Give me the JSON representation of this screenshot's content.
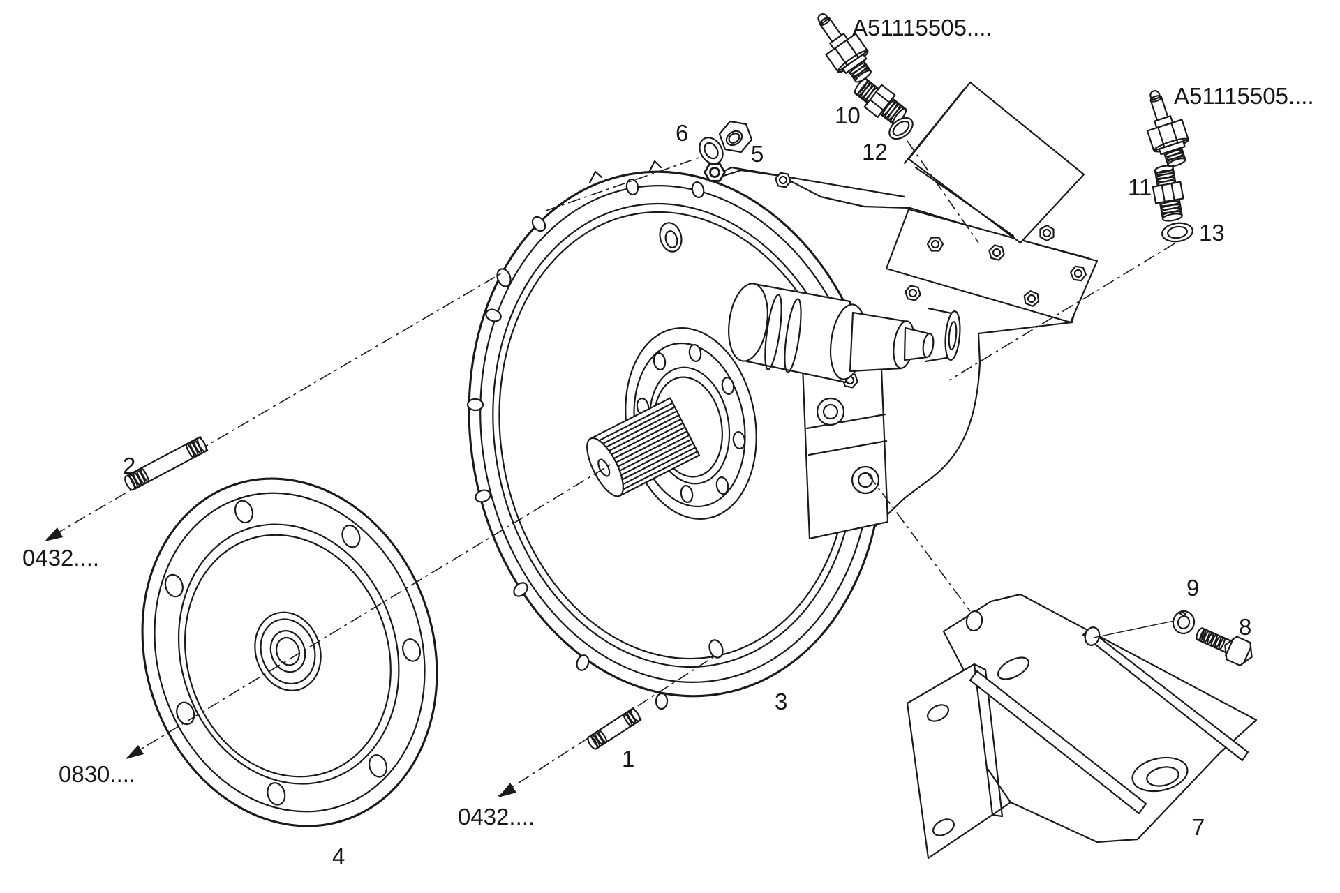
{
  "figure": {
    "type": "exploded-parts-diagram",
    "background": "#ffffff",
    "line_color": "#1a1a1a"
  },
  "part_refs": {
    "top_sensor": "A51115505....",
    "right_sensor": "A51115505....",
    "stud2_assembly": "0432....",
    "damper_shaft": "0830....",
    "stud1_assembly": "0432...."
  },
  "callouts": {
    "c1": "1",
    "c2": "2",
    "c3": "3",
    "c4": "4",
    "c5": "5",
    "c6": "6",
    "c7": "7",
    "c8": "8",
    "c9": "9",
    "c10": "10",
    "c11": "11",
    "c12": "12",
    "c13": "13"
  }
}
